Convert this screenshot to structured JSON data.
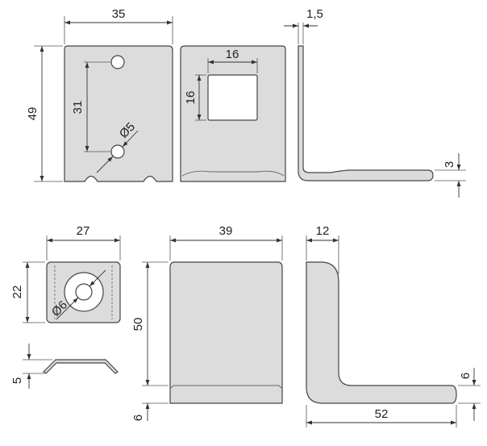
{
  "colors": {
    "part_fill": "#dcdcdc",
    "outline": "#444444",
    "dimension_line": "#333333",
    "background": "#ffffff"
  },
  "top_bracket": {
    "front": {
      "width": "35",
      "height": "49",
      "hole_spacing": "31",
      "hole_diameter": "Ø5"
    },
    "back": {
      "window_width": "16",
      "window_height": "16"
    },
    "side": {
      "thickness": "1,5",
      "foot_height": "3"
    }
  },
  "bottom_bracket": {
    "plate": {
      "width": "27",
      "height": "22",
      "hole_diameter": "Ø6"
    },
    "profile": {
      "height": "5"
    },
    "front": {
      "width": "39",
      "height": "50",
      "foot_height": "6"
    },
    "side": {
      "thickness": "12",
      "depth": "52",
      "foot_height": "6"
    }
  }
}
